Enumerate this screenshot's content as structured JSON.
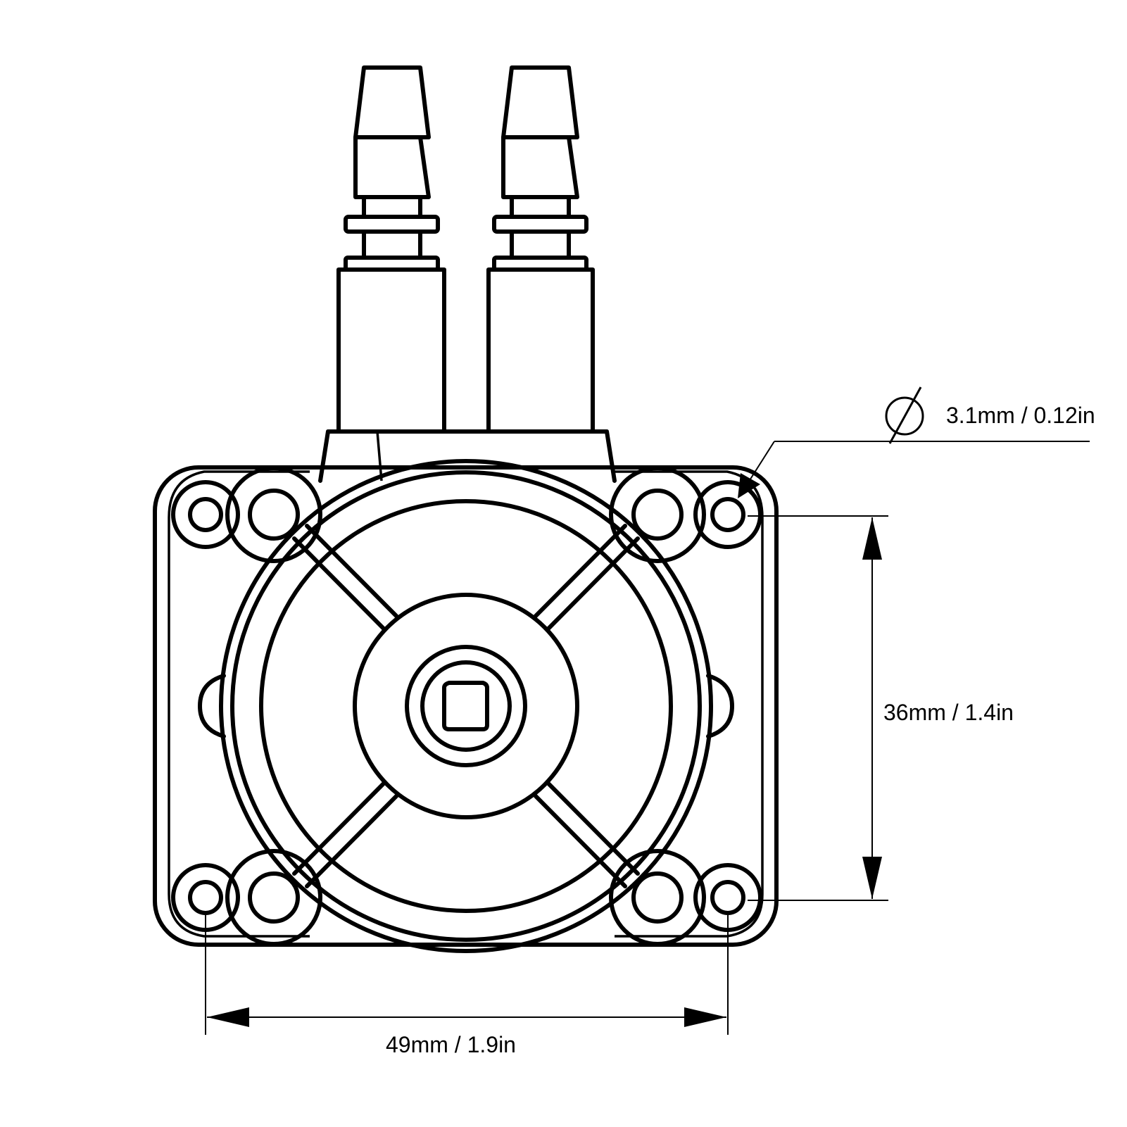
{
  "dimensions": {
    "hole_diameter": "3.1mm / 0.12in",
    "height": "36mm / 1.4in",
    "width": "49mm / 1.9in"
  },
  "icons": {
    "diameter_symbol": "diameter-symbol-icon"
  },
  "colors": {
    "line": "#000000",
    "background": "#ffffff"
  }
}
